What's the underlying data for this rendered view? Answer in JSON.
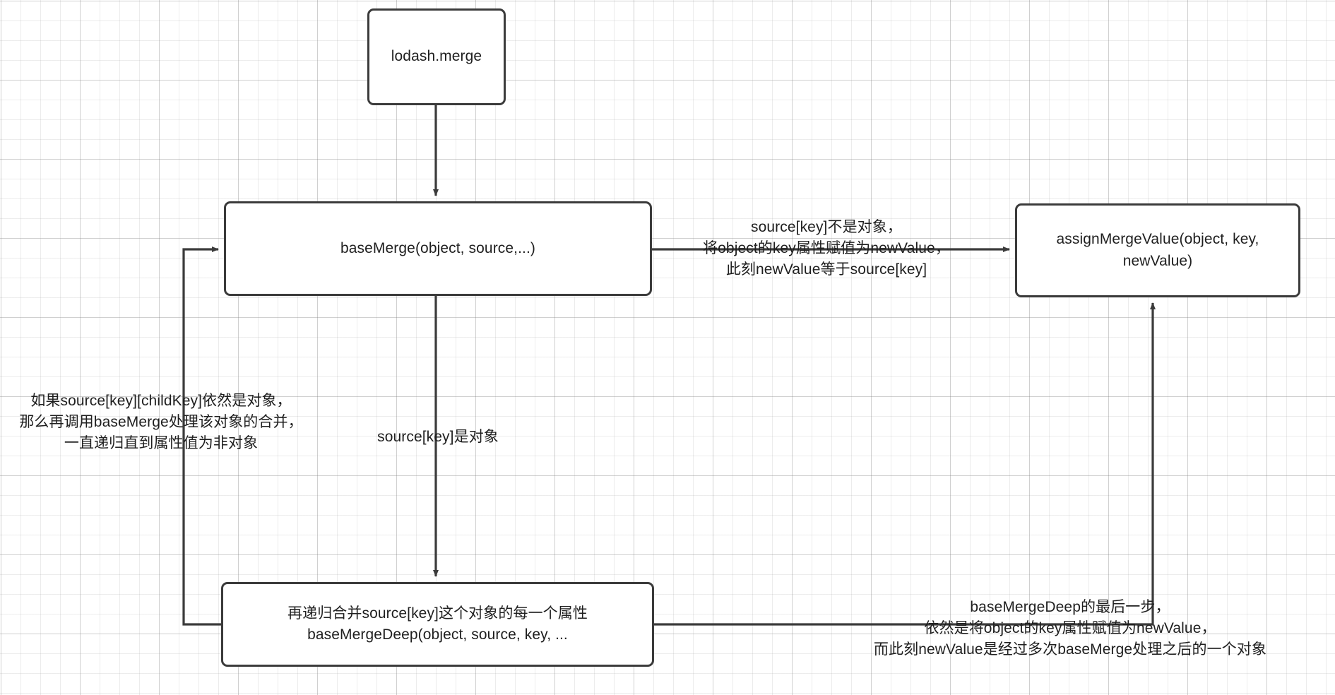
{
  "diagram": {
    "title": "lodash.merge flow",
    "nodes": {
      "lodash_merge": "lodash.merge",
      "base_merge": "baseMerge(object, source,...)",
      "assign_merge_value": "assignMergeValue(object, key,\nnewValue)",
      "base_merge_deep": "再递归合并source[key]这个对象的每一个属性\nbaseMergeDeep(object, source, key, ..."
    },
    "edge_labels": {
      "not_object": "source[key]不是对象，\n将object的key属性赋值为newValue，\n此刻newValue等于source[key]",
      "is_object": "source[key]是对象",
      "recursive": "如果source[key][childKey]依然是对象，\n那么再调用baseMerge处理该对象的合并，\n一直递归直到属性值为非对象",
      "last_step": "baseMergeDeep的最后一步，\n依然是将object的key属性赋值为newValue，\n而此刻newValue是经过多次baseMerge处理之后的一个对象"
    },
    "colors": {
      "stroke": "#3b3b3b",
      "text": "#1f1f1f",
      "node_fill": "#ffffff",
      "grid": "#8c8c8c"
    }
  }
}
